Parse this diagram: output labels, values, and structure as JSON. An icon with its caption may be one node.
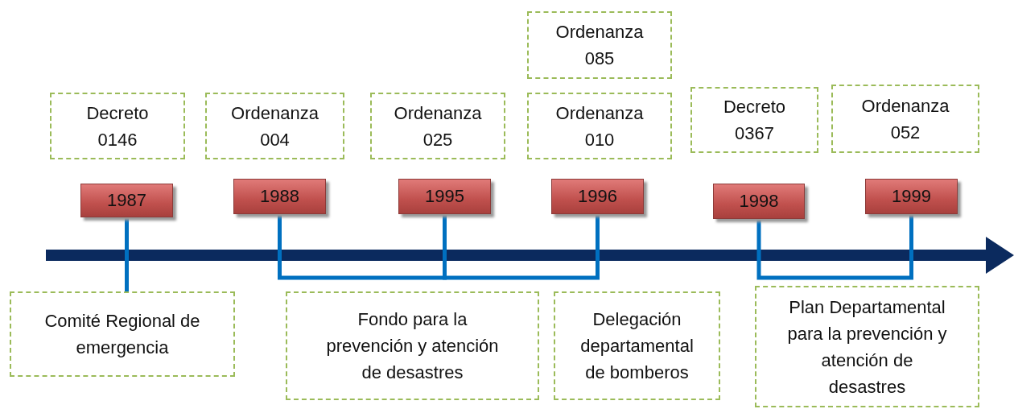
{
  "diagram": {
    "nodes": [
      {
        "text": [
          "Decreto 0146"
        ]
      },
      {
        "text": [
          "Ordenanza 004"
        ]
      },
      {
        "text": [
          "Ordenanza 025"
        ]
      },
      {
        "text": [
          "Ordenanza 085"
        ]
      },
      {
        "text": [
          "Ordenanza 010"
        ]
      },
      {
        "text": [
          "Decreto 0367"
        ]
      },
      {
        "text": [
          "Ordenanza 052"
        ]
      },
      {
        "text": [
          "1987"
        ]
      },
      {
        "text": [
          "1988"
        ]
      },
      {
        "text": [
          "1995"
        ]
      },
      {
        "text": [
          "1996"
        ]
      },
      {
        "text": [
          "1998"
        ]
      },
      {
        "text": [
          "1999"
        ]
      },
      {
        "text": [
          "Comité Regional de emergencia"
        ]
      },
      {
        "text": [
          "Fondo para la prevención y atención de desastres"
        ]
      },
      {
        "text": [
          "Delegación departamental de bomberos"
        ]
      },
      {
        "text": [
          "Plan Departamental para la prevención y atención de desastres"
        ]
      }
    ],
    "edges": [
      {
        "from": 7,
        "to": 13,
        "arrow": "none"
      },
      {
        "from": 8,
        "to": 9,
        "arrow": "none"
      },
      {
        "from": 9,
        "to": 10,
        "arrow": "none"
      },
      {
        "from": 11,
        "to": 12,
        "arrow": "none"
      }
    ]
  }
}
